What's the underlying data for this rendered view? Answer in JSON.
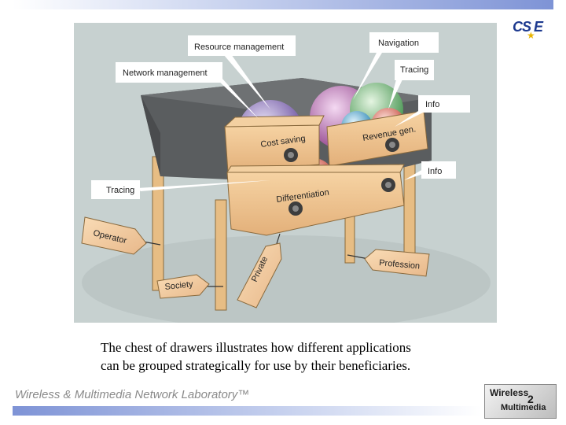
{
  "logos": {
    "cse": "CS E",
    "wm_line1": "Wireless",
    "wm_line2": "2",
    "wm_line3": "Multimedia"
  },
  "diagram": {
    "labels": {
      "resource_management": "Resource management",
      "navigation": "Navigation",
      "network_management": "Network management",
      "tracing_top": "Tracing",
      "info_top": "Info",
      "info_mid": "Info",
      "tracing_left": "Tracing"
    },
    "drawer_labels": {
      "cost_saving": "Cost saving",
      "revenue_gen": "Revenue gen.",
      "differentiation": "Differentiation"
    },
    "tags": {
      "operator": "Operator",
      "private": "Private",
      "society": "Society",
      "profession": "Profession"
    }
  },
  "caption": {
    "line1": "The chest of drawers illustrates how different applications",
    "line2": "can be grouped strategically for use by their beneficiaries."
  },
  "footer": {
    "text": "Wireless & Multimedia Network Laboratory™"
  }
}
